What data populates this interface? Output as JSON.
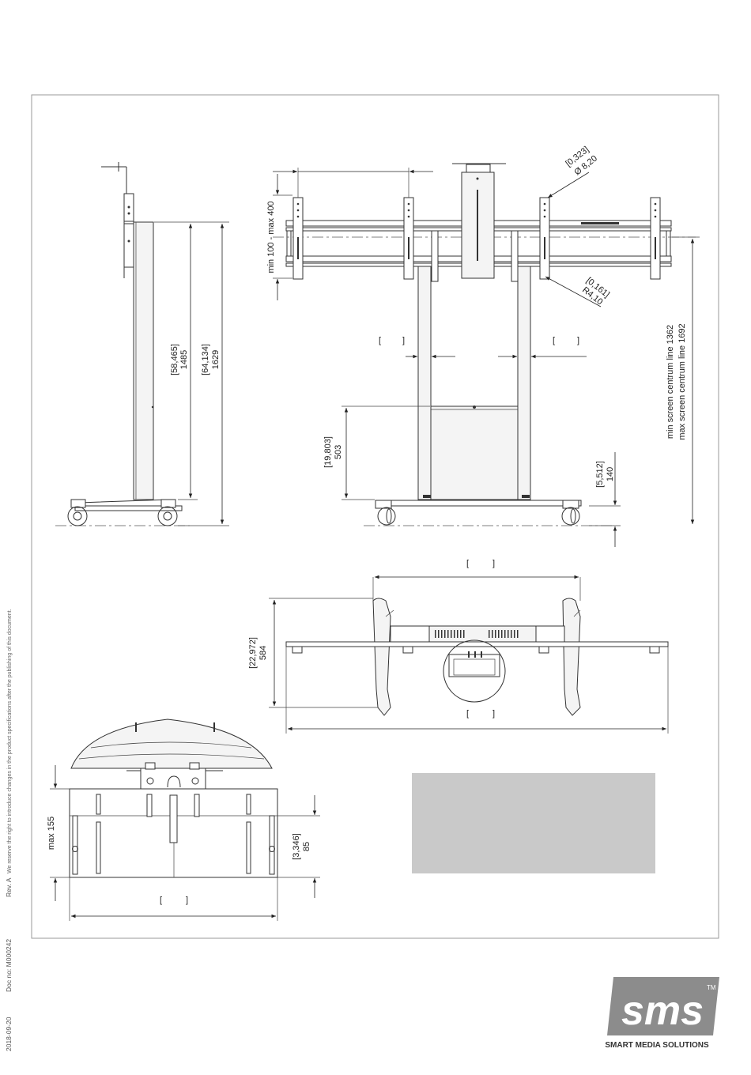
{
  "side_margin": {
    "date": "2018-09-20",
    "doc_no": "Doc no: M000242",
    "revision": "Rev. A",
    "disclaimer": "We reserve the right to introduce changes in the product specifications after the publishing of this document."
  },
  "side_view": {
    "inner_height_inch": "[58,465]",
    "inner_height_mm": "1485",
    "total_height_inch": "[64,134]",
    "total_height_mm": "1629"
  },
  "front_view": {
    "adjust_range": "min 100 - max 400",
    "hole_diameter_inch": "[0,323]",
    "hole_diameter_mm": "Ø 8,20",
    "radius_inch": "[0,161]",
    "radius_mm": "R4,10",
    "column_left_bracket_open": "[",
    "column_left_bracket_close": "]",
    "column_right_bracket_open": "[",
    "column_right_bracket_close": "]",
    "shelf_height_inch": "[19,803]",
    "shelf_height_mm": "503",
    "ground_clearance_inch": "[5,512]",
    "ground_clearance_mm": "140",
    "centrum_min": "min screen centrum line 1362",
    "centrum_max": "max screen centrum line 1692"
  },
  "top_view": {
    "base_width_bracket_open": "[",
    "base_width_bracket_close": "]",
    "depth_inch": "[22,972]",
    "depth_mm": "584",
    "total_width_bracket_open": "[",
    "total_width_bracket_close": "]"
  },
  "detail_view": {
    "max_depth": "max 155",
    "shelf_offset_inch": "[3,346]",
    "shelf_offset_mm": "85",
    "width_bracket_open": "[",
    "width_bracket_close": "]"
  },
  "logo": {
    "wordmark": "sms",
    "trademark": "TM",
    "tagline": "SMART MEDIA SOLUTIONS"
  },
  "colors": {
    "frame": "#999999",
    "placeholder_box": "#c9c9c9",
    "logo_grey": "#8c8c8c"
  }
}
